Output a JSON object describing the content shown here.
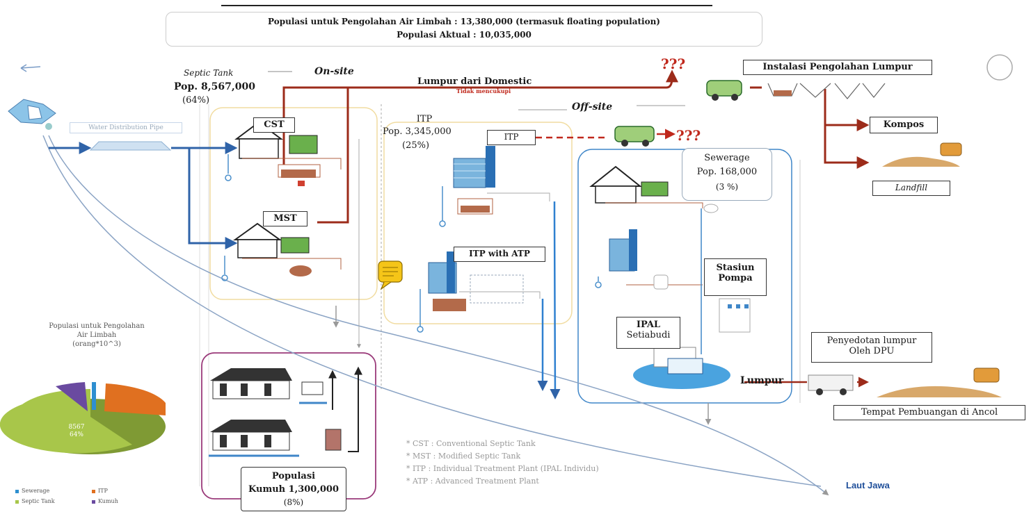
{
  "header": {
    "line1": "Populasi untuk Pengolahan Air Limbah : 13,380,000 (termasuk floating population)",
    "line2": "Populasi Aktual :   10,035,000"
  },
  "onsite": {
    "label": "On-site",
    "septic_title": "Septic Tank",
    "septic_pop": "Pop. 8,567,000",
    "septic_pct": "(64%)",
    "cst": "CST",
    "mst": "MST"
  },
  "sludge": {
    "domestic_label": "Lumpur dari Domestic",
    "insufficient": "Tidak mencukupi",
    "unknown_top": "???",
    "unknown_mid": "???",
    "plant": "Instalasi Pengolahan Lumpur",
    "kompos": "Kompos",
    "landfill": "Landfill"
  },
  "offsite": {
    "label": "Off-site",
    "itp_title": "ITP",
    "itp_pop": "Pop. 3,345,000",
    "itp_pct": "(25%)",
    "itp_box": "ITP",
    "itp_atp": "ITP with ATP",
    "sewerage_title": "Sewerage",
    "sewerage_pop": "Pop. 168,000",
    "sewerage_pct": "(3 %)",
    "pump_line1": "Stasiun",
    "pump_line2": "Pompa",
    "ipal_line1": "IPAL",
    "ipal_line2": "Setiabudi",
    "lumpur": "Lumpur"
  },
  "disposal": {
    "dpu_line1": "Penyedotan lumpur",
    "dpu_line2": "Oleh DPU",
    "ancol": "Tempat Pembuangan di Ancol"
  },
  "slum": {
    "line1": "Populasi",
    "line2": "Kumuh 1,300,000",
    "line3": "(8%)"
  },
  "sea": "Laut Jawa",
  "water_source": "Water Distribution Pipe",
  "notes": [
    "* CST : Conventional Septic Tank",
    "* MST : Modified Septic Tank",
    "*   ITP : Individual Treatment Plant (IPAL Individu)",
    "*   ATP : Advanced Treatment Plant"
  ],
  "pie": {
    "title_line1": "Populasi untuk Pengolahan",
    "title_line2": "Air Limbah",
    "title_line3": "(orang*10^3)",
    "big_label_value": "8567",
    "big_label_pct": "64%",
    "legend": [
      {
        "name": "Sewerage",
        "color": "#2e8fd0"
      },
      {
        "name": "ITP",
        "color": "#e07020"
      },
      {
        "name": "Septic Tank",
        "color": "#a8c64a"
      },
      {
        "name": "Kumuh",
        "color": "#6a4aa0"
      }
    ]
  },
  "colors": {
    "blue_arrow": "#2f63a8",
    "red_line": "#9c2b1a",
    "red_dashed": "#c0281c",
    "sea_line": "#8aa3c4",
    "panel_yellow": "#f1dca0",
    "panel_blue": "#3f86c8",
    "panel_purple": "#9a3a7a"
  }
}
